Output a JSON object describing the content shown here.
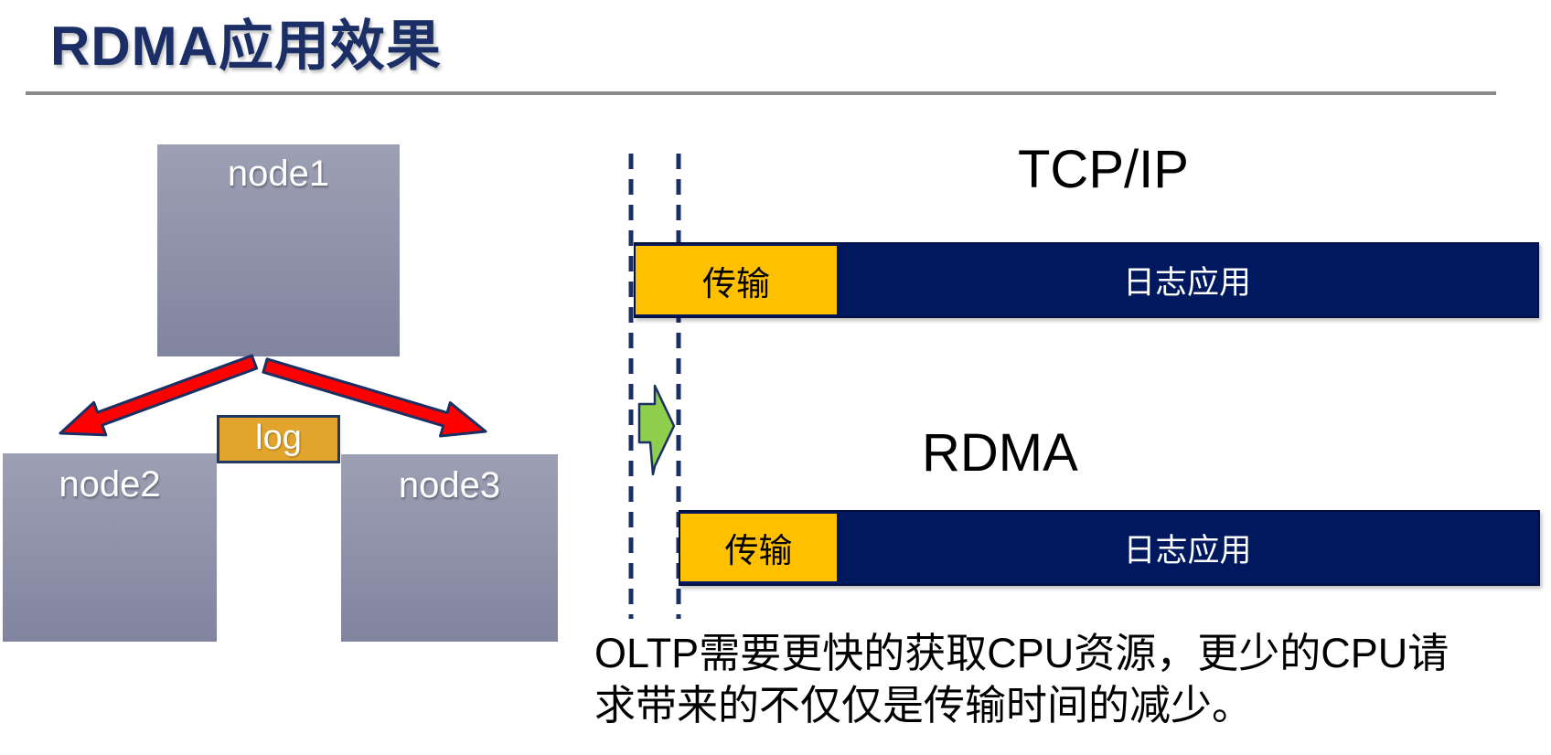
{
  "title": "RDMA应用效果",
  "cluster": {
    "nodes": [
      {
        "label": "node1"
      },
      {
        "label": "node2"
      },
      {
        "label": "node3"
      }
    ],
    "log_label": "log"
  },
  "comparison": {
    "tcp": {
      "heading": "TCP/IP",
      "segments": [
        {
          "label": "传输",
          "color": "#ffc000"
        },
        {
          "label": "日志应用",
          "color": "#00195e"
        }
      ]
    },
    "rdma": {
      "heading": "RDMA",
      "segments": [
        {
          "label": "传输",
          "color": "#ffc000"
        },
        {
          "label": "日志应用",
          "color": "#00195e"
        }
      ]
    },
    "caption_lines": [
      "OLTP需要更快的获取CPU资源，更少的CPU请",
      "求带来的不仅仅是传输时间的减少。"
    ]
  },
  "colors": {
    "title_navy": "#1b2f66",
    "bar_navy": "#00195e",
    "segment_orange": "#ffc000",
    "log_orange": "#e2a42c",
    "arrow_red": "#ff0000",
    "arrow_outline_navy": "#1a3064",
    "green_arrow": "#8fce4d",
    "rule_gray": "#8a8a8a"
  }
}
